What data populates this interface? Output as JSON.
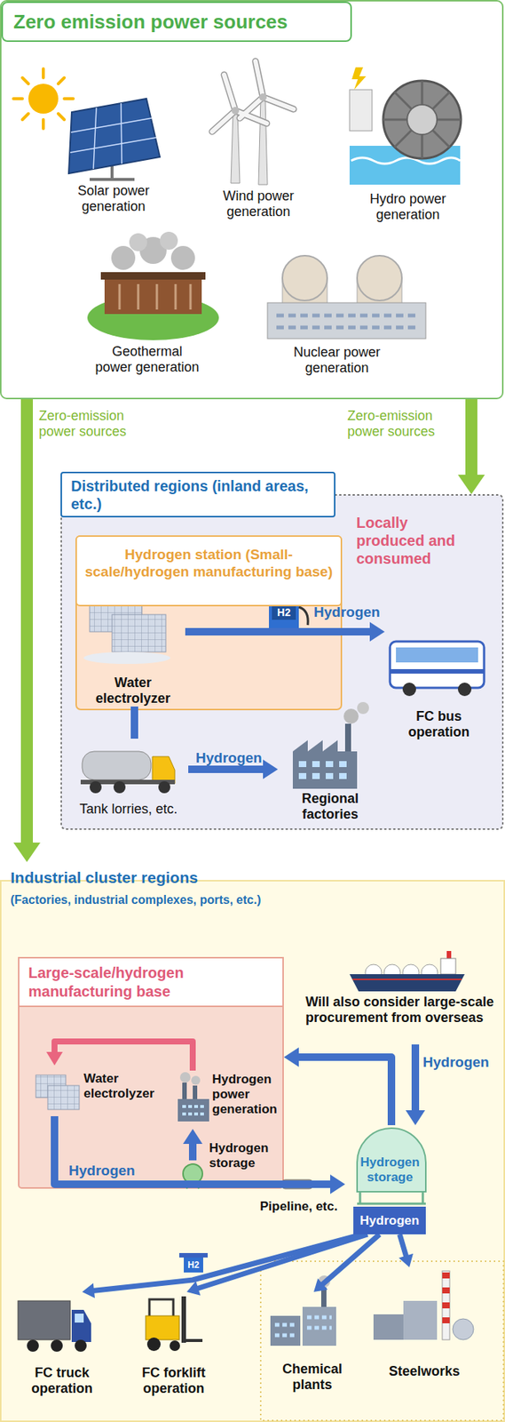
{
  "diagram": {
    "nodes": [
      {
        "text": [
          "Zero emission power sources"
        ]
      },
      {
        "text": [
          "Distributed regions (inland areas, etc.)",
          "Locally produced and consumed"
        ]
      },
      {
        "text": [
          "Hydrogen station (Small-scale/hydrogen manufacturing base)"
        ],
        "in": 1
      },
      {
        "text": [
          "Water electrolyzer"
        ],
        "in": 2
      },
      {
        "text": [
          "FC bus operation"
        ],
        "in": 1
      },
      {
        "text": [
          "Tank lorries, etc."
        ],
        "in": 1
      },
      {
        "text": [
          "Regional factories"
        ],
        "in": 1
      },
      {
        "text": [
          "Industrial cluster regions",
          "(Factories, industrial complexes, ports, etc.)"
        ]
      },
      {
        "text": [
          "Large-scale/hydrogen manufacturing base"
        ],
        "in": 7
      },
      {
        "text": [
          "Water electrolyzer"
        ],
        "in": 8
      },
      {
        "text": [
          "Hydrogen power generation"
        ],
        "in": 8
      },
      {
        "text": [
          "Hydrogen storage"
        ],
        "in": 8
      },
      {
        "text": [
          "Will also consider large-scale procurement from overseas"
        ],
        "in": 7
      },
      {
        "text": [
          "Hydrogen storage"
        ],
        "in": 7
      },
      {
        "text": [
          "Hydrogen"
        ],
        "in": 7
      },
      {
        "text": [
          "FC truck operation"
        ],
        "in": 7
      },
      {
        "text": [
          "FC forklift operation"
        ],
        "in": 7
      },
      {
        "text": [
          "Chemical plants"
        ],
        "in": 7
      },
      {
        "text": [
          "Steelworks"
        ],
        "in": 7
      }
    ],
    "edges": [
      {
        "from": 0,
        "to": 1,
        "label": "Zero-emission power sources",
        "arrow": "to"
      },
      {
        "from": 0,
        "to": 7,
        "label": "Zero-emission power sources",
        "arrow": "to"
      },
      {
        "from": 3,
        "to": 4,
        "label": "Hydrogen",
        "arrow": "to"
      },
      {
        "from": 3,
        "to": 5,
        "arrow": "none"
      },
      {
        "from": 5,
        "to": 6,
        "label": "Hydrogen",
        "arrow": "to"
      },
      {
        "from": 10,
        "to": 9,
        "arrow": "to"
      },
      {
        "from": 9,
        "to": 13,
        "label": "Hydrogen",
        "arrow": "to"
      },
      {
        "from": 11,
        "to": 10,
        "arrow": "to"
      },
      {
        "from": 13,
        "to": 8,
        "arrow": "to"
      },
      {
        "from": 12,
        "to": 13,
        "label": "Hydrogen",
        "arrow": "to"
      },
      {
        "from": 14,
        "to": 15,
        "arrow": "to"
      },
      {
        "from": 14,
        "to": 16,
        "arrow": "to"
      },
      {
        "from": 14,
        "to": 17,
        "arrow": "to"
      },
      {
        "from": 14,
        "to": 18,
        "arrow": "to"
      }
    ],
    "labels": [
      "Solar power generation",
      "Wind power generation",
      "Hydro power generation",
      "Geothermal power generation",
      "Nuclear power generation",
      "Pipeline, etc.",
      "H2",
      "H2"
    ]
  }
}
